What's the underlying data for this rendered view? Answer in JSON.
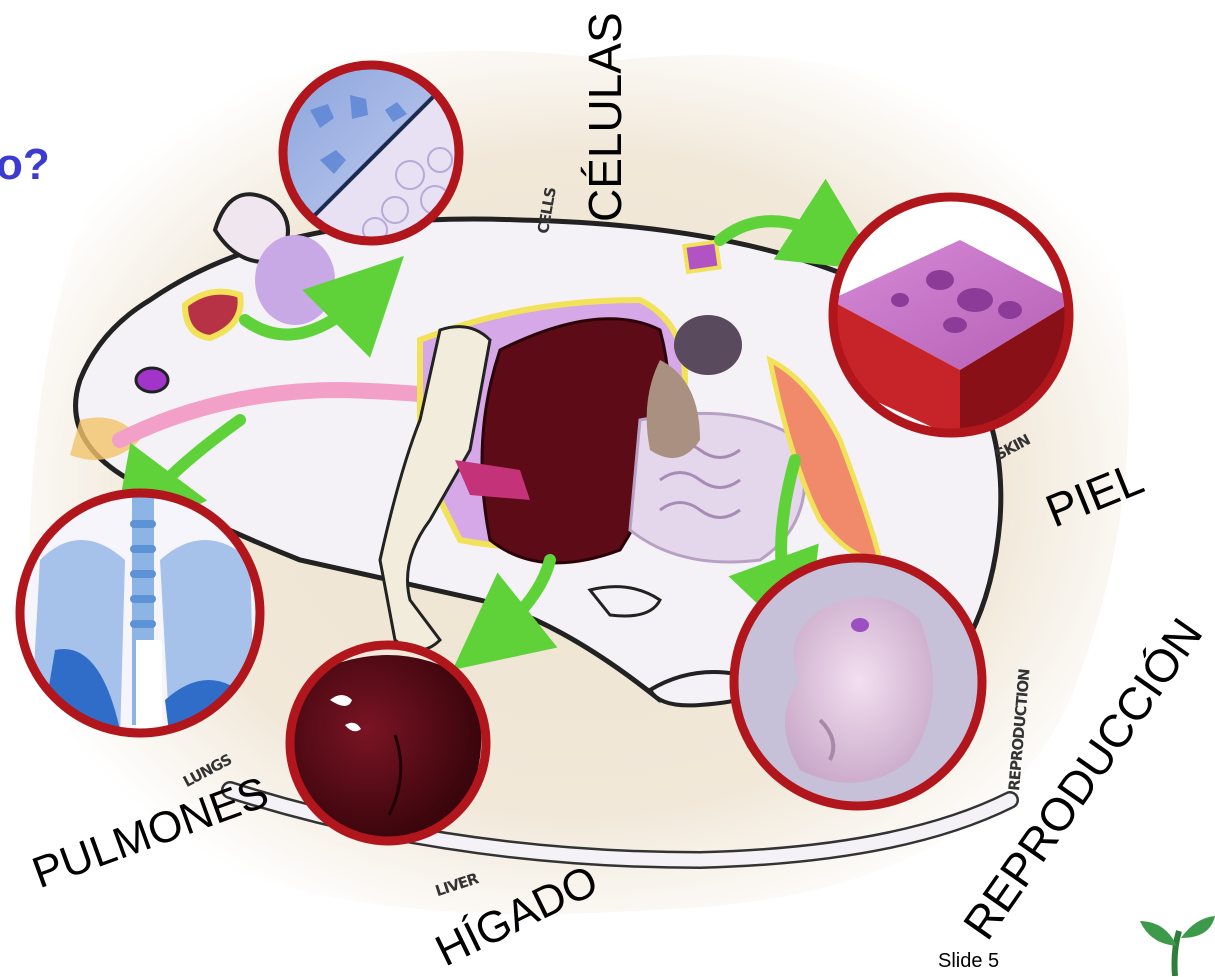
{
  "slide": {
    "title_fragment": "o?",
    "slide_number": "Slide 5"
  },
  "labels": {
    "cells_es": "CÉLULAS",
    "skin_es": "PIEL",
    "reproduction_es": "REPRODUCCIÓN",
    "lungs_es": "PULMONES",
    "liver_es": "HÍGADO"
  },
  "illustration_labels": {
    "cells": "CELLS",
    "skin": "SKIN",
    "reproduction": "REPRODUCTION",
    "lungs": "LUNGS",
    "liver": "LIVER"
  },
  "colors": {
    "title": "#3b3bd0",
    "circle_border": "#b0161c",
    "arrow": "#5fd23a",
    "rat_body": "#f4f2f6",
    "liver": "#5a0a14",
    "background_wash": "#efe6d6"
  }
}
